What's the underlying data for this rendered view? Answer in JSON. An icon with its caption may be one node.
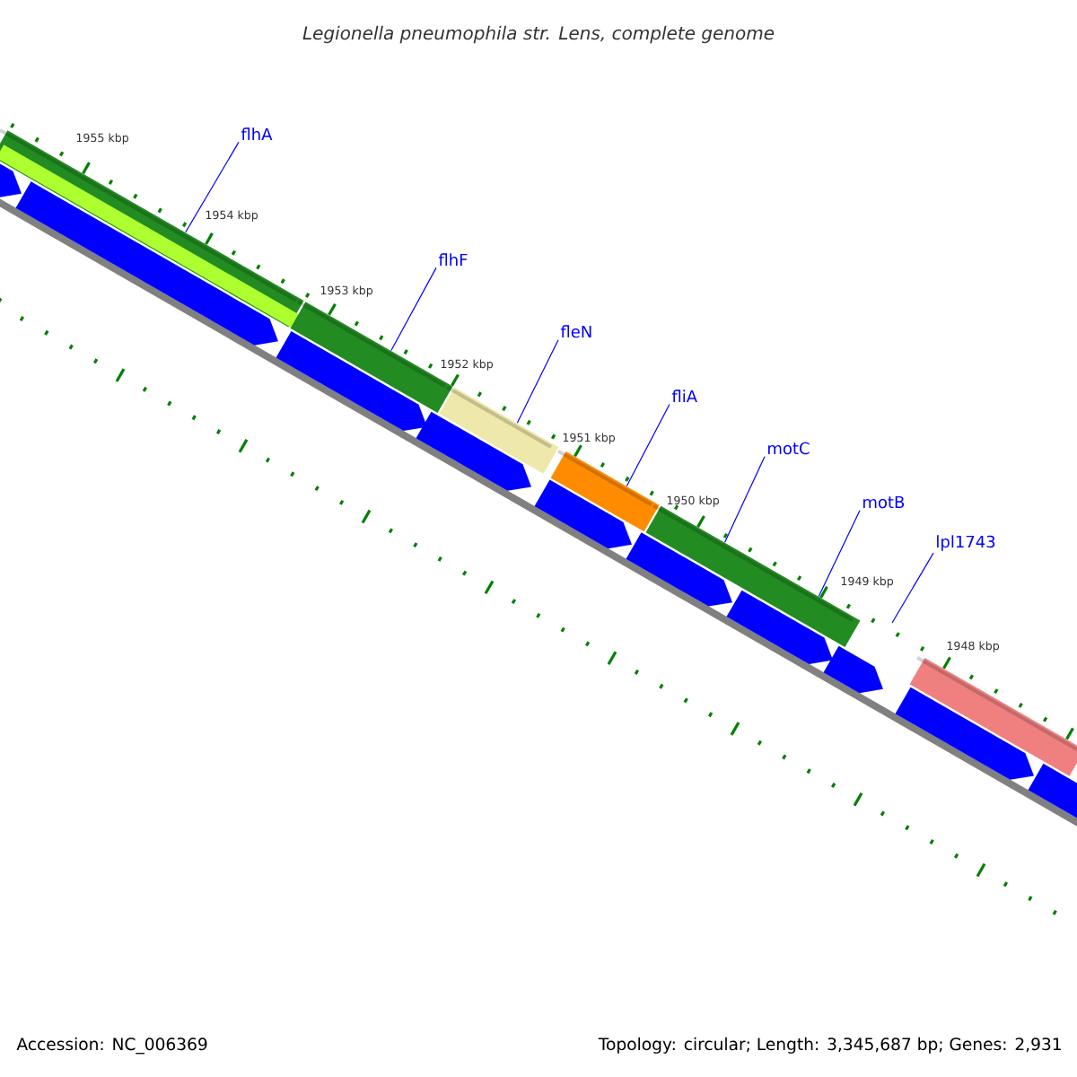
{
  "diagram": {
    "title": "Legionella pneumophila str. Lens, complete genome",
    "nodes": [
      {
        "text": [
          "flhA"
        ]
      },
      {
        "text": [
          "flhF"
        ]
      },
      {
        "text": [
          "fleN"
        ]
      },
      {
        "text": [
          "fliA"
        ]
      },
      {
        "text": [
          "motC"
        ]
      },
      {
        "text": [
          "motB"
        ]
      },
      {
        "text": [
          "lpl1743"
        ]
      },
      {
        "text": [],
        "shape": "bar"
      },
      {
        "text": [],
        "shape": "bar"
      },
      {
        "text": [],
        "shape": "bar"
      },
      {
        "text": [],
        "shape": "bar"
      },
      {
        "text": [],
        "shape": "bar"
      },
      {
        "text": [],
        "shape": "bar"
      }
    ],
    "edges": [
      {
        "from": 0,
        "to": 7,
        "arrow": "none"
      },
      {
        "from": 1,
        "to": 8,
        "arrow": "none"
      },
      {
        "from": 2,
        "to": 9,
        "arrow": "none"
      },
      {
        "from": 3,
        "to": 10,
        "arrow": "none"
      },
      {
        "from": 4,
        "to": 11,
        "arrow": "none"
      },
      {
        "from": 5,
        "to": 11,
        "arrow": "none"
      },
      {
        "from": 6,
        "to": null,
        "arrow": "none"
      }
    ],
    "labels": [
      "1955 kbp",
      "1954 kbp",
      "1953 kbp",
      "1952 kbp",
      "1951 kbp",
      "1950 kbp",
      "1949 kbp",
      "1948 kbp",
      "Accession: NC_006369",
      "Topology: circular; Length: 3,345,687 bp; Genes: 2,931"
    ]
  }
}
